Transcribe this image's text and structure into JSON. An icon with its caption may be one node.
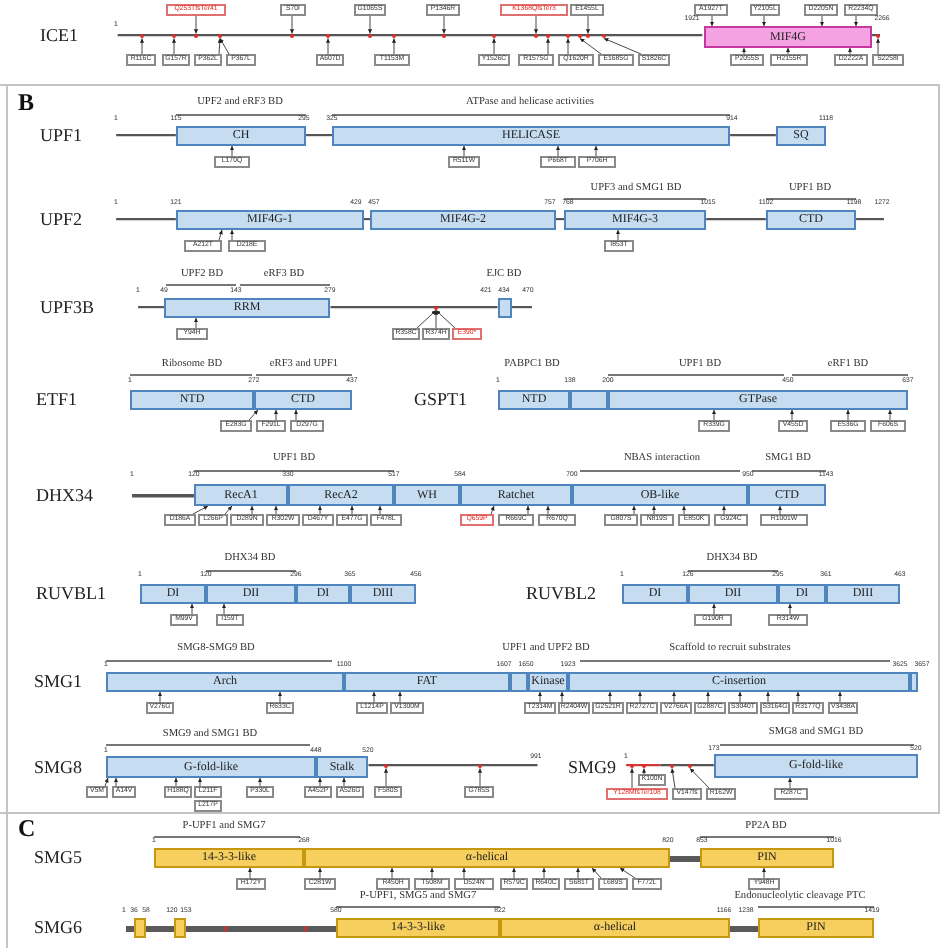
{
  "diagram": {
    "nodes": [
      {
        "text": [
          "MIF4G"
        ]
      },
      {
        "text": [
          "Q253TfsTer41"
        ]
      },
      {
        "text": [
          "S70I"
        ]
      },
      {
        "text": [
          "G1065S"
        ]
      },
      {
        "text": [
          "P1346R"
        ]
      },
      {
        "text": [
          "K1368QfsTer3"
        ]
      },
      {
        "text": [
          "E1455L"
        ]
      },
      {
        "text": [
          "A1927T"
        ]
      },
      {
        "text": [
          "Y2105L"
        ]
      },
      {
        "text": [
          "D2205N"
        ]
      },
      {
        "text": [
          "R2234Q"
        ]
      },
      {
        "text": [
          "R116C"
        ]
      },
      {
        "text": [
          "G157R"
        ]
      },
      {
        "text": [
          "P362L"
        ]
      },
      {
        "text": [
          "P367L"
        ]
      },
      {
        "text": [
          "A607D"
        ]
      },
      {
        "text": [
          "T1153M"
        ]
      },
      {
        "text": [
          "Y1526C"
        ]
      },
      {
        "text": [
          "R1575G"
        ]
      },
      {
        "text": [
          "Q1620R"
        ]
      },
      {
        "text": [
          "E1685G"
        ]
      },
      {
        "text": [
          "S1826C"
        ]
      },
      {
        "text": [
          "P2055S"
        ]
      },
      {
        "text": [
          "H2155R"
        ]
      },
      {
        "text": [
          "D2222A"
        ]
      },
      {
        "text": [
          "S2258I"
        ]
      },
      {
        "text": [
          "CH"
        ]
      },
      {
        "text": [
          "HELICASE"
        ]
      },
      {
        "text": [
          "SQ"
        ]
      },
      {
        "text": [
          "L170Q"
        ]
      },
      {
        "text": [
          "R511W"
        ]
      },
      {
        "text": [
          "P668T"
        ]
      },
      {
        "text": [
          "P706H"
        ]
      },
      {
        "text": [
          "MIF4G-1"
        ]
      },
      {
        "text": [
          "MIF4G-2"
        ]
      },
      {
        "text": [
          "MIF4G-3"
        ]
      },
      {
        "text": [
          "CTD"
        ]
      },
      {
        "text": [
          "A212T"
        ]
      },
      {
        "text": [
          "D218E"
        ]
      },
      {
        "text": [
          "I853T"
        ]
      },
      {
        "text": [
          "RRM"
        ]
      },
      {
        "text": [],
        "shape": "box"
      },
      {
        "text": [
          "Y94H"
        ]
      },
      {
        "text": [
          "R358C"
        ]
      },
      {
        "text": [
          "R374H"
        ]
      },
      {
        "text": [
          "E390*"
        ]
      },
      {
        "text": [
          "NTD"
        ]
      },
      {
        "text": [
          "CTD"
        ]
      },
      {
        "text": [
          "E283G"
        ]
      },
      {
        "text": [
          "F291L"
        ]
      },
      {
        "text": [
          "D297G"
        ]
      },
      {
        "text": [
          "NTD"
        ]
      },
      {
        "text": [],
        "shape": "box"
      },
      {
        "text": [
          "GTPase"
        ]
      },
      {
        "text": [
          "R339G"
        ]
      },
      {
        "text": [
          "V455D"
        ]
      },
      {
        "text": [
          "E536G"
        ]
      },
      {
        "text": [
          "F606S"
        ]
      },
      {
        "text": [
          "RecA1"
        ]
      },
      {
        "text": [
          "RecA2"
        ]
      },
      {
        "text": [
          "WH"
        ]
      },
      {
        "text": [
          "Ratchet"
        ]
      },
      {
        "text": [
          "OB-like"
        ]
      },
      {
        "text": [
          "CTD"
        ]
      },
      {
        "text": [
          "D186A"
        ]
      },
      {
        "text": [
          "L266P"
        ]
      },
      {
        "text": [
          "D289N"
        ]
      },
      {
        "text": [
          "R302W"
        ]
      },
      {
        "text": [
          "D467Y"
        ]
      },
      {
        "text": [
          "E477G"
        ]
      },
      {
        "text": [
          "F478L"
        ]
      },
      {
        "text": [
          "Q659P"
        ]
      },
      {
        "text": [
          "R669C"
        ]
      },
      {
        "text": [
          "R670Q"
        ]
      },
      {
        "text": [
          "G807S"
        ]
      },
      {
        "text": [
          "N819S"
        ]
      },
      {
        "text": [
          "E850K"
        ]
      },
      {
        "text": [
          "G924C"
        ]
      },
      {
        "text": [
          "R1001W"
        ]
      },
      {
        "text": [
          "DI"
        ]
      },
      {
        "text": [
          "DII"
        ]
      },
      {
        "text": [
          "DI"
        ]
      },
      {
        "text": [
          "DIII"
        ]
      },
      {
        "text": [
          "M99V"
        ]
      },
      {
        "text": [
          "I159T"
        ]
      },
      {
        "text": [
          "DI"
        ]
      },
      {
        "text": [
          "DII"
        ]
      },
      {
        "text": [
          "DI"
        ]
      },
      {
        "text": [
          "DIII"
        ]
      },
      {
        "text": [
          "G190R"
        ]
      },
      {
        "text": [
          "R314W"
        ]
      },
      {
        "text": [
          "Arch"
        ]
      },
      {
        "text": [
          "FAT"
        ]
      },
      {
        "text": [],
        "shape": "box"
      },
      {
        "text": [
          "Kinase"
        ]
      },
      {
        "text": [
          "C-insertion"
        ]
      },
      {
        "text": [],
        "shape": "box"
      },
      {
        "text": [
          "V276G"
        ]
      },
      {
        "text": [
          "R633C"
        ]
      },
      {
        "text": [
          "L1214P"
        ]
      },
      {
        "text": [
          "V1300M"
        ]
      },
      {
        "text": [
          "T2314M"
        ]
      },
      {
        "text": [
          "R2404W"
        ]
      },
      {
        "text": [
          "G2521R"
        ]
      },
      {
        "text": [
          "R2727C"
        ]
      },
      {
        "text": [
          "V2766A"
        ]
      },
      {
        "text": [
          "G2887C"
        ]
      },
      {
        "text": [
          "S3040T"
        ]
      },
      {
        "text": [
          "S3164G"
        ]
      },
      {
        "text": [
          "R3177Q"
        ]
      },
      {
        "text": [
          "V3438A"
        ]
      },
      {
        "text": [
          "G-fold-like"
        ]
      },
      {
        "text": [
          "Stalk"
        ]
      },
      {
        "text": [
          "V5M"
        ]
      },
      {
        "text": [
          "A14V"
        ]
      },
      {
        "text": [
          "H188Q"
        ]
      },
      {
        "text": [
          "L211F"
        ]
      },
      {
        "text": [
          "L217P"
        ]
      },
      {
        "text": [
          "P330L"
        ]
      },
      {
        "text": [
          "A452P"
        ]
      },
      {
        "text": [
          "A526G"
        ]
      },
      {
        "text": [
          "F580S"
        ]
      },
      {
        "text": [
          "G785S"
        ]
      },
      {
        "text": [
          "G-fold-like"
        ]
      },
      {
        "text": [
          "K100N"
        ]
      },
      {
        "text": [
          "Y128MfsTer108"
        ]
      },
      {
        "text": [
          "V147fs"
        ]
      },
      {
        "text": [
          "R162W"
        ]
      },
      {
        "text": [
          "R287C"
        ]
      },
      {
        "text": [
          "14-3-3-like"
        ]
      },
      {
        "text": [
          "α-helical"
        ]
      },
      {
        "text": [
          "PIN"
        ]
      },
      {
        "text": [
          "H172Y"
        ]
      },
      {
        "text": [
          "C281W"
        ]
      },
      {
        "text": [
          "R450H"
        ]
      },
      {
        "text": [
          "T508M"
        ]
      },
      {
        "text": [
          "D524N"
        ]
      },
      {
        "text": [
          "R579C"
        ]
      },
      {
        "text": [
          "R640C"
        ]
      },
      {
        "text": [
          "S681T"
        ]
      },
      {
        "text": [
          "L689S"
        ]
      },
      {
        "text": [
          "F772L"
        ]
      },
      {
        "text": [
          "Y948H"
        ]
      },
      {
        "text": [],
        "shape": "box"
      },
      {
        "text": [],
        "shape": "box"
      },
      {
        "text": [
          "14-3-3-like"
        ]
      },
      {
        "text": [
          "α-helical"
        ]
      },
      {
        "text": [
          "PIN"
        ]
      },
      {
        "text": [],
        "shape": "circle"
      },
      {
        "text": [],
        "shape": "circle"
      },
      {
        "text": [],
        "shape": "circle"
      },
      {
        "text": [],
        "shape": "circle"
      },
      {
        "text": [],
        "shape": "circle"
      },
      {
        "text": [],
        "shape": "circle"
      },
      {
        "text": [],
        "shape": "circle"
      },
      {
        "text": [],
        "shape": "circle"
      },
      {
        "text": [],
        "shape": "circle"
      },
      {
        "text": [],
        "shape": "circle"
      },
      {
        "text": [],
        "shape": "circle"
      },
      {
        "text": [],
        "shape": "circle"
      },
      {
        "text": [],
        "shape": "circle"
      },
      {
        "text": [],
        "shape": "circle"
      },
      {
        "text": [],
        "shape": "circle"
      },
      {
        "text": [],
        "shape": "circle"
      },
      {
        "text": [],
        "shape": "circle"
      },
      {
        "text": [],
        "shape": "circle"
      },
      {
        "text": [],
        "shape": "circle"
      },
      {
        "text": [],
        "shape": "circle"
      },
      {
        "text": [],
        "shape": "circle"
      },
      {
        "text": [],
        "shape": "circle"
      },
      {
        "text": [],
        "shape": "circle"
      },
      {
        "text": [],
        "shape": "circle"
      }
    ],
    "edges": [
      {
        "from": 1,
        "to": 150,
        "arrow": "to"
      },
      {
        "from": 2,
        "to": 152,
        "arrow": "to"
      },
      {
        "from": 3,
        "to": 154,
        "arrow": "to"
      },
      {
        "from": 4,
        "to": 156,
        "arrow": "to"
      },
      {
        "from": 5,
        "to": 158,
        "arrow": "to"
      },
      {
        "from": 6,
        "to": 162,
        "arrow": "to"
      },
      {
        "from": 7,
        "to": 0,
        "arrow": "to"
      },
      {
        "from": 8,
        "to": 0,
        "arrow": "to"
      },
      {
        "from": 9,
        "to": 0,
        "arrow": "to"
      },
      {
        "from": 10,
        "to": 0,
        "arrow": "to"
      },
      {
        "from": 11,
        "to": 148,
        "arrow": "to"
      },
      {
        "from": 12,
        "to": 149,
        "arrow": "to"
      },
      {
        "from": 13,
        "to": 151,
        "arrow": "to"
      },
      {
        "from": 14,
        "to": 151,
        "arrow": "to"
      },
      {
        "from": 15,
        "to": 153,
        "arrow": "to"
      },
      {
        "from": 16,
        "to": 155,
        "arrow": "to"
      },
      {
        "from": 17,
        "to": 157,
        "arrow": "to"
      },
      {
        "from": 18,
        "to": 159,
        "arrow": "to"
      },
      {
        "from": 19,
        "to": 160,
        "arrow": "to"
      },
      {
        "from": 20,
        "to": 161,
        "arrow": "to"
      },
      {
        "from": 21,
        "to": 163,
        "arrow": "to"
      },
      {
        "from": 22,
        "to": 0,
        "arrow": "to"
      },
      {
        "from": 23,
        "to": 0,
        "arrow": "to"
      },
      {
        "from": 24,
        "to": 0,
        "arrow": "to"
      },
      {
        "from": 25,
        "to": 164,
        "arrow": "to"
      },
      {
        "from": 29,
        "to": 26,
        "arrow": "to"
      },
      {
        "from": 30,
        "to": 27,
        "arrow": "to"
      },
      {
        "from": 31,
        "to": 27,
        "arrow": "to"
      },
      {
        "from": 32,
        "to": 27,
        "arrow": "to"
      },
      {
        "from": 37,
        "to": 33,
        "arrow": "to"
      },
      {
        "from": 38,
        "to": 33,
        "arrow": "to"
      },
      {
        "from": 39,
        "to": 35,
        "arrow": "to"
      },
      {
        "from": 42,
        "to": 40,
        "arrow": "to"
      },
      {
        "from": 43,
        "to": 165,
        "arrow": "to"
      },
      {
        "from": 44,
        "to": 165,
        "arrow": "to"
      },
      {
        "from": 45,
        "to": 165,
        "arrow": "to"
      },
      {
        "from": 48,
        "to": 47,
        "arrow": "to"
      },
      {
        "from": 49,
        "to": 47,
        "arrow": "to"
      },
      {
        "from": 50,
        "to": 47,
        "arrow": "to"
      },
      {
        "from": 54,
        "to": 53,
        "arrow": "to"
      },
      {
        "from": 55,
        "to": 53,
        "arrow": "to"
      },
      {
        "from": 56,
        "to": 53,
        "arrow": "to"
      },
      {
        "from": 57,
        "to": 53,
        "arrow": "to"
      },
      {
        "from": 64,
        "to": 58,
        "arrow": "to"
      },
      {
        "from": 65,
        "to": 58,
        "arrow": "to"
      },
      {
        "from": 66,
        "to": 58,
        "arrow": "to"
      },
      {
        "from": 67,
        "to": 58,
        "arrow": "to"
      },
      {
        "from": 68,
        "to": 59,
        "arrow": "to"
      },
      {
        "from": 69,
        "to": 59,
        "arrow": "to"
      },
      {
        "from": 70,
        "to": 59,
        "arrow": "to"
      },
      {
        "from": 71,
        "to": 61,
        "arrow": "to"
      },
      {
        "from": 72,
        "to": 61,
        "arrow": "to"
      },
      {
        "from": 73,
        "to": 61,
        "arrow": "to"
      },
      {
        "from": 74,
        "to": 62,
        "arrow": "to"
      },
      {
        "from": 75,
        "to": 62,
        "arrow": "to"
      },
      {
        "from": 76,
        "to": 62,
        "arrow": "to"
      },
      {
        "from": 77,
        "to": 62,
        "arrow": "to"
      },
      {
        "from": 78,
        "to": 63,
        "arrow": "to"
      },
      {
        "from": 83,
        "to": 79,
        "arrow": "to"
      },
      {
        "from": 84,
        "to": 80,
        "arrow": "to"
      },
      {
        "from": 89,
        "to": 86,
        "arrow": "to"
      },
      {
        "from": 90,
        "to": 87,
        "arrow": "to"
      },
      {
        "from": 97,
        "to": 91,
        "arrow": "to"
      },
      {
        "from": 98,
        "to": 91,
        "arrow": "to"
      },
      {
        "from": 99,
        "to": 92,
        "arrow": "to"
      },
      {
        "from": 100,
        "to": 92,
        "arrow": "to"
      },
      {
        "from": 101,
        "to": 94,
        "arrow": "to"
      },
      {
        "from": 102,
        "to": 94,
        "arrow": "to"
      },
      {
        "from": 103,
        "to": 95,
        "arrow": "to"
      },
      {
        "from": 104,
        "to": 95,
        "arrow": "to"
      },
      {
        "from": 105,
        "to": 95,
        "arrow": "to"
      },
      {
        "from": 106,
        "to": 95,
        "arrow": "to"
      },
      {
        "from": 107,
        "to": 95,
        "arrow": "to"
      },
      {
        "from": 108,
        "to": 95,
        "arrow": "to"
      },
      {
        "from": 109,
        "to": 95,
        "arrow": "to"
      },
      {
        "from": 110,
        "to": 95,
        "arrow": "to"
      },
      {
        "from": 113,
        "to": 111,
        "arrow": "to"
      },
      {
        "from": 114,
        "to": 111,
        "arrow": "to"
      },
      {
        "from": 115,
        "to": 111,
        "arrow": "to"
      },
      {
        "from": 116,
        "to": 111,
        "arrow": "to"
      },
      {
        "from": 118,
        "to": 111,
        "arrow": "to"
      },
      {
        "from": 119,
        "to": 112,
        "arrow": "to"
      },
      {
        "from": 120,
        "to": 112,
        "arrow": "to"
      },
      {
        "from": 121,
        "to": 166,
        "arrow": "to"
      },
      {
        "from": 122,
        "to": 167,
        "arrow": "to"
      },
      {
        "from": 124,
        "to": 169,
        "arrow": "to"
      },
      {
        "from": 125,
        "to": 168,
        "arrow": "to"
      },
      {
        "from": 126,
        "to": 170,
        "arrow": "to"
      },
      {
        "from": 127,
        "to": 171,
        "arrow": "to"
      },
      {
        "from": 128,
        "to": 123,
        "arrow": "to"
      },
      {
        "from": 132,
        "to": 129,
        "arrow": "to"
      },
      {
        "from": 133,
        "to": 130,
        "arrow": "to"
      },
      {
        "from": 134,
        "to": 130,
        "arrow": "to"
      },
      {
        "from": 135,
        "to": 130,
        "arrow": "to"
      },
      {
        "from": 136,
        "to": 130,
        "arrow": "to"
      },
      {
        "from": 137,
        "to": 130,
        "arrow": "to"
      },
      {
        "from": 138,
        "to": 130,
        "arrow": "to"
      },
      {
        "from": 139,
        "to": 130,
        "arrow": "to"
      },
      {
        "from": 140,
        "to": 130,
        "arrow": "to"
      },
      {
        "from": 141,
        "to": 130,
        "arrow": "to"
      },
      {
        "from": 142,
        "to": 131,
        "arrow": "to"
      }
    ],
    "labels": [
      "ICE1",
      "1",
      "1921",
      "2266",
      "B",
      "UPF1",
      "UPF2 and eRF3 BD",
      "ATPase and helicase activities",
      "1",
      "115",
      "295",
      "325",
      "914",
      "1118",
      "UPF2",
      "UPF3 and SMG1 BD",
      "UPF1 BD",
      "1",
      "121",
      "429",
      "457",
      "757",
      "768",
      "1015",
      "1102",
      "1198",
      "1272",
      "UPF3B",
      "UPF2 BD",
      "eRF3 BD",
      "EJC BD",
      "1",
      "49",
      "143",
      "279",
      "421",
      "434",
      "470",
      "ETF1",
      "Ribosome BD",
      "eRF3 and UPF1",
      "1",
      "272",
      "437",
      "GSPT1",
      "PABPC1 BD",
      "UPF1 BD",
      "eRF1 BD",
      "1",
      "138",
      "200",
      "450",
      "637",
      "DHX34",
      "UPF1 BD",
      "NBAS interaction",
      "SMG1 BD",
      "1",
      "120",
      "330",
      "517",
      "584",
      "700",
      "950",
      "1143",
      "RUVBL1",
      "DHX34 BD",
      "1",
      "120",
      "296",
      "365",
      "456",
      "RUVBL2",
      "DHX34 BD",
      "1",
      "126",
      "295",
      "361",
      "463",
      "SMG1",
      "SMG8-SMG9 BD",
      "UPF1 and UPF2 BD",
      "Scaffold to recruit substrates",
      "1",
      "1100",
      "1607",
      "1650",
      "1923",
      "3625",
      "3657",
      "SMG8",
      "SMG9 and SMG1 BD",
      "1",
      "448",
      "520",
      "991",
      "SMG9",
      "SMG8 and SMG1 BD",
      "1",
      "173",
      "520",
      "C",
      "SMG5",
      "P-UPF1 and SMG7",
      "PP2A BD",
      "1",
      "268",
      "820",
      "853",
      "1016",
      "SMG6",
      "P-UPF1, SMG5 and SMG7",
      "Endonucleolytic cleavage PTC",
      "1",
      "36",
      "58",
      "120",
      "153",
      "580",
      "822",
      "1166",
      "1238",
      "1419"
    ]
  }
}
